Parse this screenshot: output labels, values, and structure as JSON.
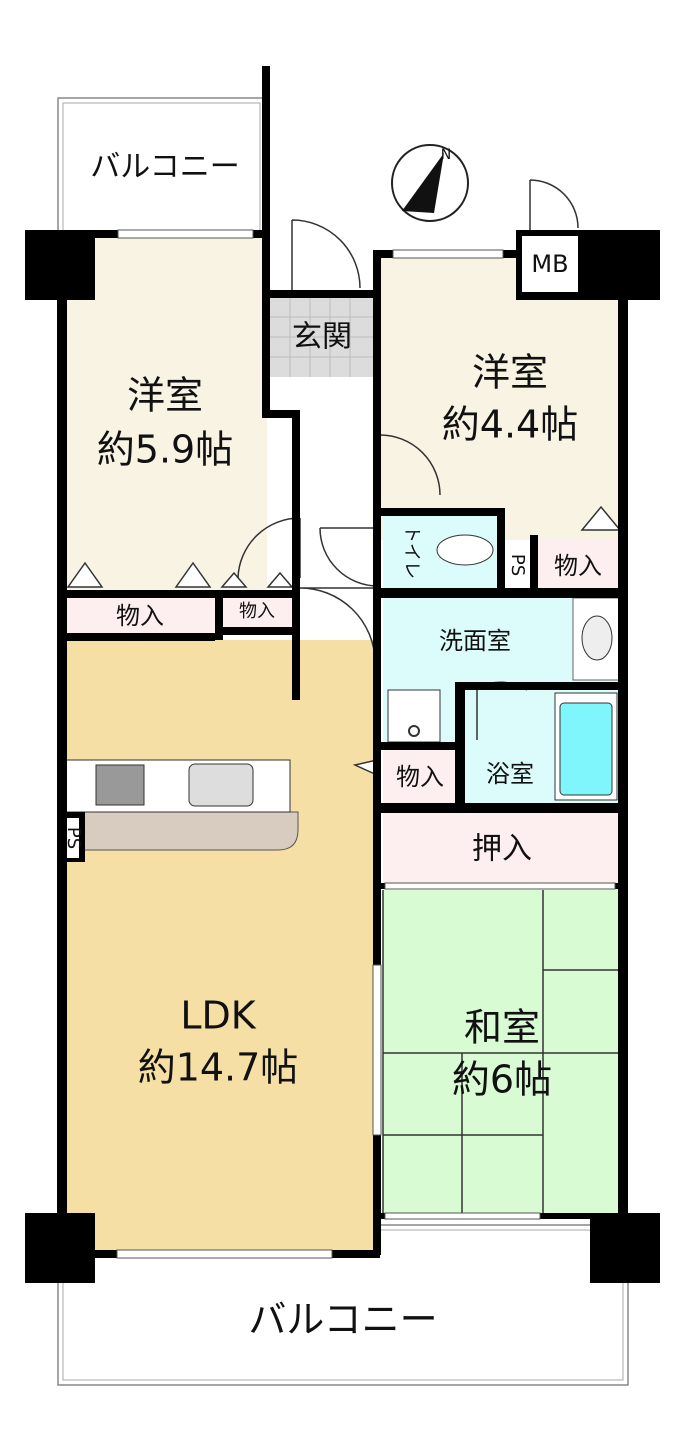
{
  "compass": {
    "label": "N"
  },
  "rooms": {
    "balcony_top": "バルコニー",
    "balcony_bottom": "バルコニー",
    "western_left": {
      "name": "洋室",
      "size": "約5.9帖"
    },
    "western_right": {
      "name": "洋室",
      "size": "約4.4帖"
    },
    "entrance": "玄関",
    "mb": "MB",
    "toilet": "トイレ",
    "ps_top": "PS",
    "ps_kitchen": "PS",
    "storage_right": "物入",
    "storage_left": "物入",
    "storage_left_small": "物入",
    "storage_wash": "物入",
    "washroom": "洗面室",
    "bath": "浴室",
    "oshiire": "押入",
    "ldk": {
      "name": "LDK",
      "size": "約14.7帖"
    },
    "washitsu": {
      "name": "和室",
      "size": "約6帖"
    }
  },
  "colors": {
    "western": "#f8f3e3",
    "ldk": "#f6dfa5",
    "wet": "#dcfbfb",
    "storage": "#fdeff0",
    "tatami": "#d8fbd4",
    "bathtub": "#7ff6fb"
  }
}
